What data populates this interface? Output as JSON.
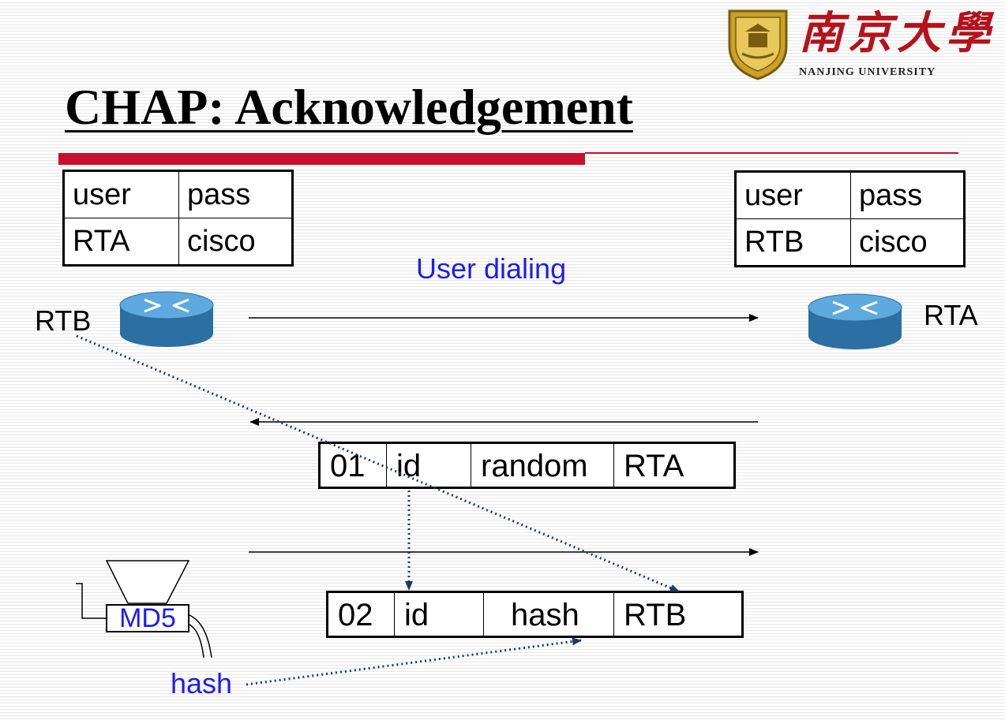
{
  "slide": {
    "title": "CHAP: Acknowledgement",
    "logo": {
      "chinese_name": "南京大學",
      "english_name": "NANJING UNIVERSITY"
    }
  },
  "left_table": {
    "header": [
      "user",
      "pass"
    ],
    "row": [
      "RTA",
      "cisco"
    ]
  },
  "right_table": {
    "header": [
      "user",
      "pass"
    ],
    "row": [
      "RTB",
      "cisco"
    ]
  },
  "labels": {
    "user_dialing": "User dialing",
    "router_left": "RTB",
    "router_right": "RTA",
    "md5": "MD5",
    "hash": "hash"
  },
  "challenge_packet": [
    "01",
    "id",
    "random",
    "RTA"
  ],
  "response_packet": [
    "02",
    "id",
    "hash",
    "RTB"
  ],
  "colors": {
    "accent_red": "#c8102e",
    "label_blue": "#1d1df0",
    "dotted_arrow": "#1f3864",
    "router_body": "#2b7bb9"
  },
  "icons": [
    "router-icon",
    "md5-funnel-icon",
    "university-shield-icon"
  ]
}
